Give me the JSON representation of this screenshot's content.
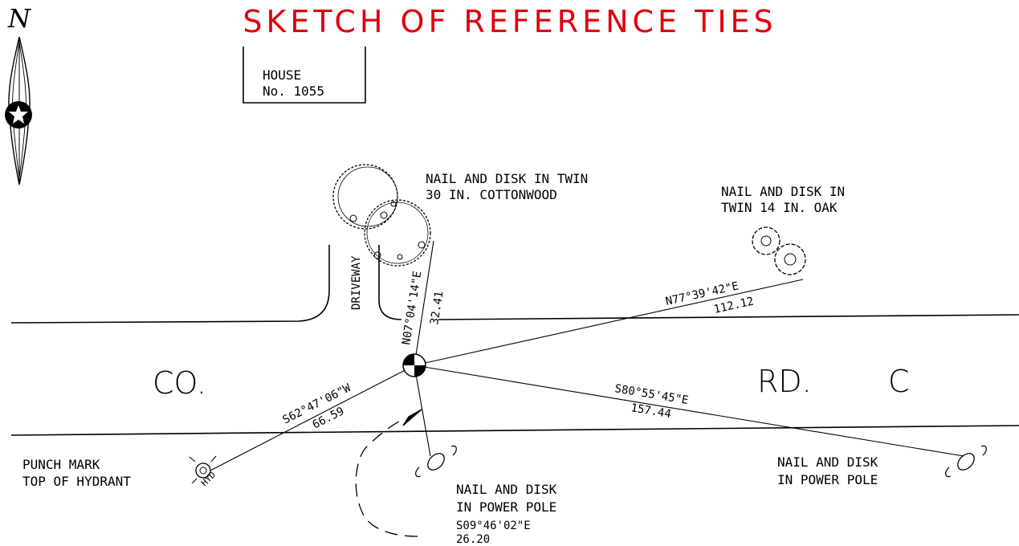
{
  "title": "SKETCH OF REFERENCE TIES",
  "north_arrow": {
    "letter": "N",
    "icon": "north-arrow-icon"
  },
  "house": {
    "line1": "HOUSE",
    "line2": "No. 1055"
  },
  "driveway_label": "DRIVEWAY",
  "road": {
    "left": "CO.",
    "mid": "RD.",
    "right": "C"
  },
  "ties": {
    "cottonwood": {
      "line1": "NAIL AND DISK IN TWIN",
      "line2": "30 IN. COTTONWOOD",
      "bearing": "N07°04'14\"E",
      "distance": "32.41"
    },
    "oak": {
      "line1": "NAIL AND DISK IN",
      "line2": "TWIN 14 IN. OAK",
      "bearing": "N77°39'42\"E",
      "distance": "112.12"
    },
    "hydrant": {
      "line1": "PUNCH MARK",
      "line2": "TOP OF HYDRANT",
      "bearing": "S62°47'06\"W",
      "distance": "66.59",
      "symbol": "HYD"
    },
    "pole_east": {
      "line1": "NAIL AND DISK",
      "line2": "IN POWER POLE",
      "bearing": "S80°55'45\"E",
      "distance": "157.44"
    },
    "pole_south": {
      "line1": "NAIL AND DISK",
      "line2": "IN POWER POLE",
      "bearing": "S09°46'02\"E",
      "distance": "26.20"
    }
  },
  "colors": {
    "title": "#e0000c",
    "linework": "#000000"
  }
}
